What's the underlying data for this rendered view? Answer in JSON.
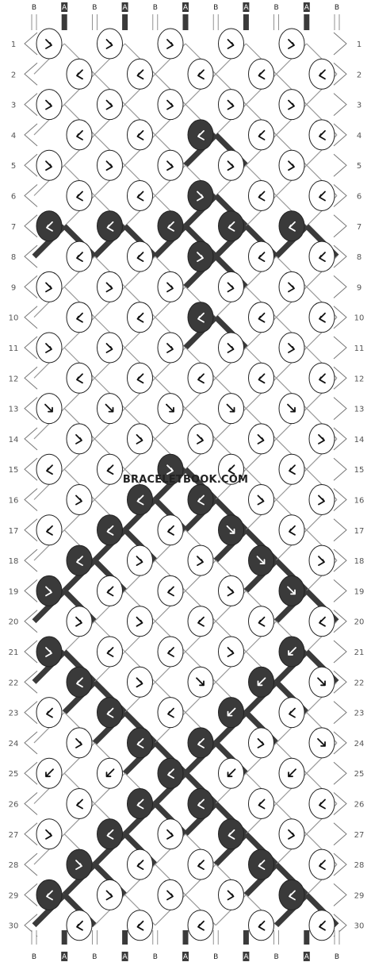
{
  "top_strings": [
    "B",
    "A",
    "B",
    "A",
    "B",
    "A",
    "B",
    "A",
    "B",
    "A",
    "B"
  ],
  "bottom_strings": [
    "B",
    "A",
    "B",
    "A",
    "B",
    "A",
    "B",
    "A",
    "B",
    "A",
    "B"
  ],
  "colors": {
    "A": "#3a3a3a",
    "B": "#ffffff",
    "outline": "#222222",
    "row_label": "#555555"
  },
  "rows": [
    {
      "number": "1",
      "knots": [
        {
          "c": "B",
          "k": "fb"
        },
        {
          "c": "B",
          "k": "fb"
        },
        {
          "c": "B",
          "k": "fb"
        },
        {
          "c": "B",
          "k": "fb"
        },
        {
          "c": "B",
          "k": "fb"
        }
      ]
    },
    {
      "number": "2",
      "knots": [
        {
          "c": "B",
          "k": "bf"
        },
        {
          "c": "B",
          "k": "bf"
        },
        {
          "c": "B",
          "k": "bf"
        },
        {
          "c": "B",
          "k": "bf"
        },
        {
          "c": "B",
          "k": "bf"
        }
      ]
    },
    {
      "number": "3",
      "knots": [
        {
          "c": "B",
          "k": "fb"
        },
        {
          "c": "B",
          "k": "fb"
        },
        {
          "c": "B",
          "k": "fb"
        },
        {
          "c": "B",
          "k": "fb"
        },
        {
          "c": "B",
          "k": "fb"
        }
      ]
    },
    {
      "number": "4",
      "knots": [
        {
          "c": "B",
          "k": "bf"
        },
        {
          "c": "B",
          "k": "bf"
        },
        {
          "c": "A",
          "k": "bf"
        },
        {
          "c": "B",
          "k": "bf"
        },
        {
          "c": "B",
          "k": "bf"
        }
      ]
    },
    {
      "number": "5",
      "knots": [
        {
          "c": "B",
          "k": "fb"
        },
        {
          "c": "B",
          "k": "fb"
        },
        {
          "c": "B",
          "k": "fb"
        },
        {
          "c": "B",
          "k": "fb"
        },
        {
          "c": "B",
          "k": "fb"
        }
      ]
    },
    {
      "number": "6",
      "knots": [
        {
          "c": "B",
          "k": "bf"
        },
        {
          "c": "B",
          "k": "bf"
        },
        {
          "c": "A",
          "k": "fb"
        },
        {
          "c": "B",
          "k": "bf"
        },
        {
          "c": "B",
          "k": "bf"
        }
      ]
    },
    {
      "number": "7",
      "knots": [
        {
          "c": "A",
          "k": "bf"
        },
        {
          "c": "A",
          "k": "bf"
        },
        {
          "c": "A",
          "k": "bf"
        },
        {
          "c": "A",
          "k": "bf"
        },
        {
          "c": "A",
          "k": "bf"
        }
      ]
    },
    {
      "number": "8",
      "knots": [
        {
          "c": "B",
          "k": "bf"
        },
        {
          "c": "B",
          "k": "bf"
        },
        {
          "c": "A",
          "k": "fb"
        },
        {
          "c": "B",
          "k": "bf"
        },
        {
          "c": "B",
          "k": "bf"
        }
      ]
    },
    {
      "number": "9",
      "knots": [
        {
          "c": "B",
          "k": "fb"
        },
        {
          "c": "B",
          "k": "fb"
        },
        {
          "c": "B",
          "k": "fb"
        },
        {
          "c": "B",
          "k": "fb"
        },
        {
          "c": "B",
          "k": "fb"
        }
      ]
    },
    {
      "number": "10",
      "knots": [
        {
          "c": "B",
          "k": "bf"
        },
        {
          "c": "B",
          "k": "bf"
        },
        {
          "c": "A",
          "k": "bf"
        },
        {
          "c": "B",
          "k": "bf"
        },
        {
          "c": "B",
          "k": "bf"
        }
      ]
    },
    {
      "number": "11",
      "knots": [
        {
          "c": "B",
          "k": "fb"
        },
        {
          "c": "B",
          "k": "fb"
        },
        {
          "c": "B",
          "k": "fb"
        },
        {
          "c": "B",
          "k": "fb"
        },
        {
          "c": "B",
          "k": "fb"
        }
      ]
    },
    {
      "number": "12",
      "knots": [
        {
          "c": "B",
          "k": "bf"
        },
        {
          "c": "B",
          "k": "bf"
        },
        {
          "c": "B",
          "k": "bf"
        },
        {
          "c": "B",
          "k": "bf"
        },
        {
          "c": "B",
          "k": "bf"
        }
      ]
    },
    {
      "number": "13",
      "knots": [
        {
          "c": "B",
          "k": "f"
        },
        {
          "c": "B",
          "k": "f"
        },
        {
          "c": "B",
          "k": "f"
        },
        {
          "c": "B",
          "k": "f"
        },
        {
          "c": "B",
          "k": "f"
        }
      ]
    },
    {
      "number": "14",
      "knots": [
        {
          "c": "B",
          "k": "fb"
        },
        {
          "c": "B",
          "k": "fb"
        },
        {
          "c": "B",
          "k": "fb"
        },
        {
          "c": "B",
          "k": "fb"
        },
        {
          "c": "B",
          "k": "fb"
        }
      ]
    },
    {
      "number": "15",
      "knots": [
        {
          "c": "B",
          "k": "bf"
        },
        {
          "c": "B",
          "k": "bf"
        },
        {
          "c": "A",
          "k": "fb"
        },
        {
          "c": "B",
          "k": "bf"
        },
        {
          "c": "B",
          "k": "bf"
        }
      ]
    },
    {
      "number": "16",
      "knots": [
        {
          "c": "B",
          "k": "fb"
        },
        {
          "c": "A",
          "k": "bf"
        },
        {
          "c": "A",
          "k": "bf"
        },
        {
          "c": "B",
          "k": "fb"
        },
        {
          "c": "B",
          "k": "fb"
        }
      ]
    },
    {
      "number": "17",
      "knots": [
        {
          "c": "B",
          "k": "bf"
        },
        {
          "c": "A",
          "k": "bf"
        },
        {
          "c": "B",
          "k": "bf"
        },
        {
          "c": "A",
          "k": "f"
        },
        {
          "c": "B",
          "k": "bf"
        }
      ]
    },
    {
      "number": "18",
      "knots": [
        {
          "c": "A",
          "k": "bf"
        },
        {
          "c": "B",
          "k": "fb"
        },
        {
          "c": "B",
          "k": "fb"
        },
        {
          "c": "A",
          "k": "f"
        },
        {
          "c": "B",
          "k": "fb"
        }
      ]
    },
    {
      "number": "19",
      "knots": [
        {
          "c": "A",
          "k": "fb"
        },
        {
          "c": "B",
          "k": "bf"
        },
        {
          "c": "B",
          "k": "bf"
        },
        {
          "c": "B",
          "k": "fb"
        },
        {
          "c": "A",
          "k": "f"
        }
      ]
    },
    {
      "number": "20",
      "knots": [
        {
          "c": "B",
          "k": "fb"
        },
        {
          "c": "B",
          "k": "fb"
        },
        {
          "c": "B",
          "k": "bf"
        },
        {
          "c": "B",
          "k": "bf"
        },
        {
          "c": "B",
          "k": "bf"
        }
      ]
    },
    {
      "number": "21",
      "knots": [
        {
          "c": "A",
          "k": "fb"
        },
        {
          "c": "B",
          "k": "bf"
        },
        {
          "c": "B",
          "k": "bf"
        },
        {
          "c": "B",
          "k": "fb"
        },
        {
          "c": "A",
          "k": "b"
        }
      ]
    },
    {
      "number": "22",
      "knots": [
        {
          "c": "A",
          "k": "bf"
        },
        {
          "c": "B",
          "k": "fb"
        },
        {
          "c": "B",
          "k": "f"
        },
        {
          "c": "A",
          "k": "b"
        },
        {
          "c": "B",
          "k": "f"
        }
      ]
    },
    {
      "number": "23",
      "knots": [
        {
          "c": "B",
          "k": "bf"
        },
        {
          "c": "A",
          "k": "bf"
        },
        {
          "c": "B",
          "k": "bf"
        },
        {
          "c": "A",
          "k": "b"
        },
        {
          "c": "B",
          "k": "bf"
        }
      ]
    },
    {
      "number": "24",
      "knots": [
        {
          "c": "B",
          "k": "fb"
        },
        {
          "c": "A",
          "k": "bf"
        },
        {
          "c": "A",
          "k": "bf"
        },
        {
          "c": "B",
          "k": "fb"
        },
        {
          "c": "B",
          "k": "f"
        }
      ]
    },
    {
      "number": "25",
      "knots": [
        {
          "c": "B",
          "k": "b"
        },
        {
          "c": "B",
          "k": "b"
        },
        {
          "c": "A",
          "k": "bf"
        },
        {
          "c": "B",
          "k": "b"
        },
        {
          "c": "B",
          "k": "b"
        }
      ]
    },
    {
      "number": "26",
      "knots": [
        {
          "c": "B",
          "k": "bf"
        },
        {
          "c": "A",
          "k": "bf"
        },
        {
          "c": "A",
          "k": "bf"
        },
        {
          "c": "B",
          "k": "bf"
        },
        {
          "c": "B",
          "k": "bf"
        }
      ]
    },
    {
      "number": "27",
      "knots": [
        {
          "c": "B",
          "k": "fb"
        },
        {
          "c": "A",
          "k": "bf"
        },
        {
          "c": "B",
          "k": "fb"
        },
        {
          "c": "A",
          "k": "bf"
        },
        {
          "c": "B",
          "k": "fb"
        }
      ]
    },
    {
      "number": "28",
      "knots": [
        {
          "c": "A",
          "k": "fb"
        },
        {
          "c": "B",
          "k": "bf"
        },
        {
          "c": "B",
          "k": "bf"
        },
        {
          "c": "A",
          "k": "bf"
        },
        {
          "c": "B",
          "k": "bf"
        }
      ]
    },
    {
      "number": "29",
      "knots": [
        {
          "c": "A",
          "k": "bf"
        },
        {
          "c": "B",
          "k": "fb"
        },
        {
          "c": "B",
          "k": "fb"
        },
        {
          "c": "B",
          "k": "fb"
        },
        {
          "c": "A",
          "k": "bf"
        }
      ]
    },
    {
      "number": "30",
      "knots": [
        {
          "c": "B",
          "k": "bf"
        },
        {
          "c": "B",
          "k": "bf"
        },
        {
          "c": "B",
          "k": "bf"
        },
        {
          "c": "B",
          "k": "bf"
        },
        {
          "c": "B",
          "k": "bf"
        }
      ]
    }
  ],
  "watermark": "BRACELETBOOK.COM"
}
